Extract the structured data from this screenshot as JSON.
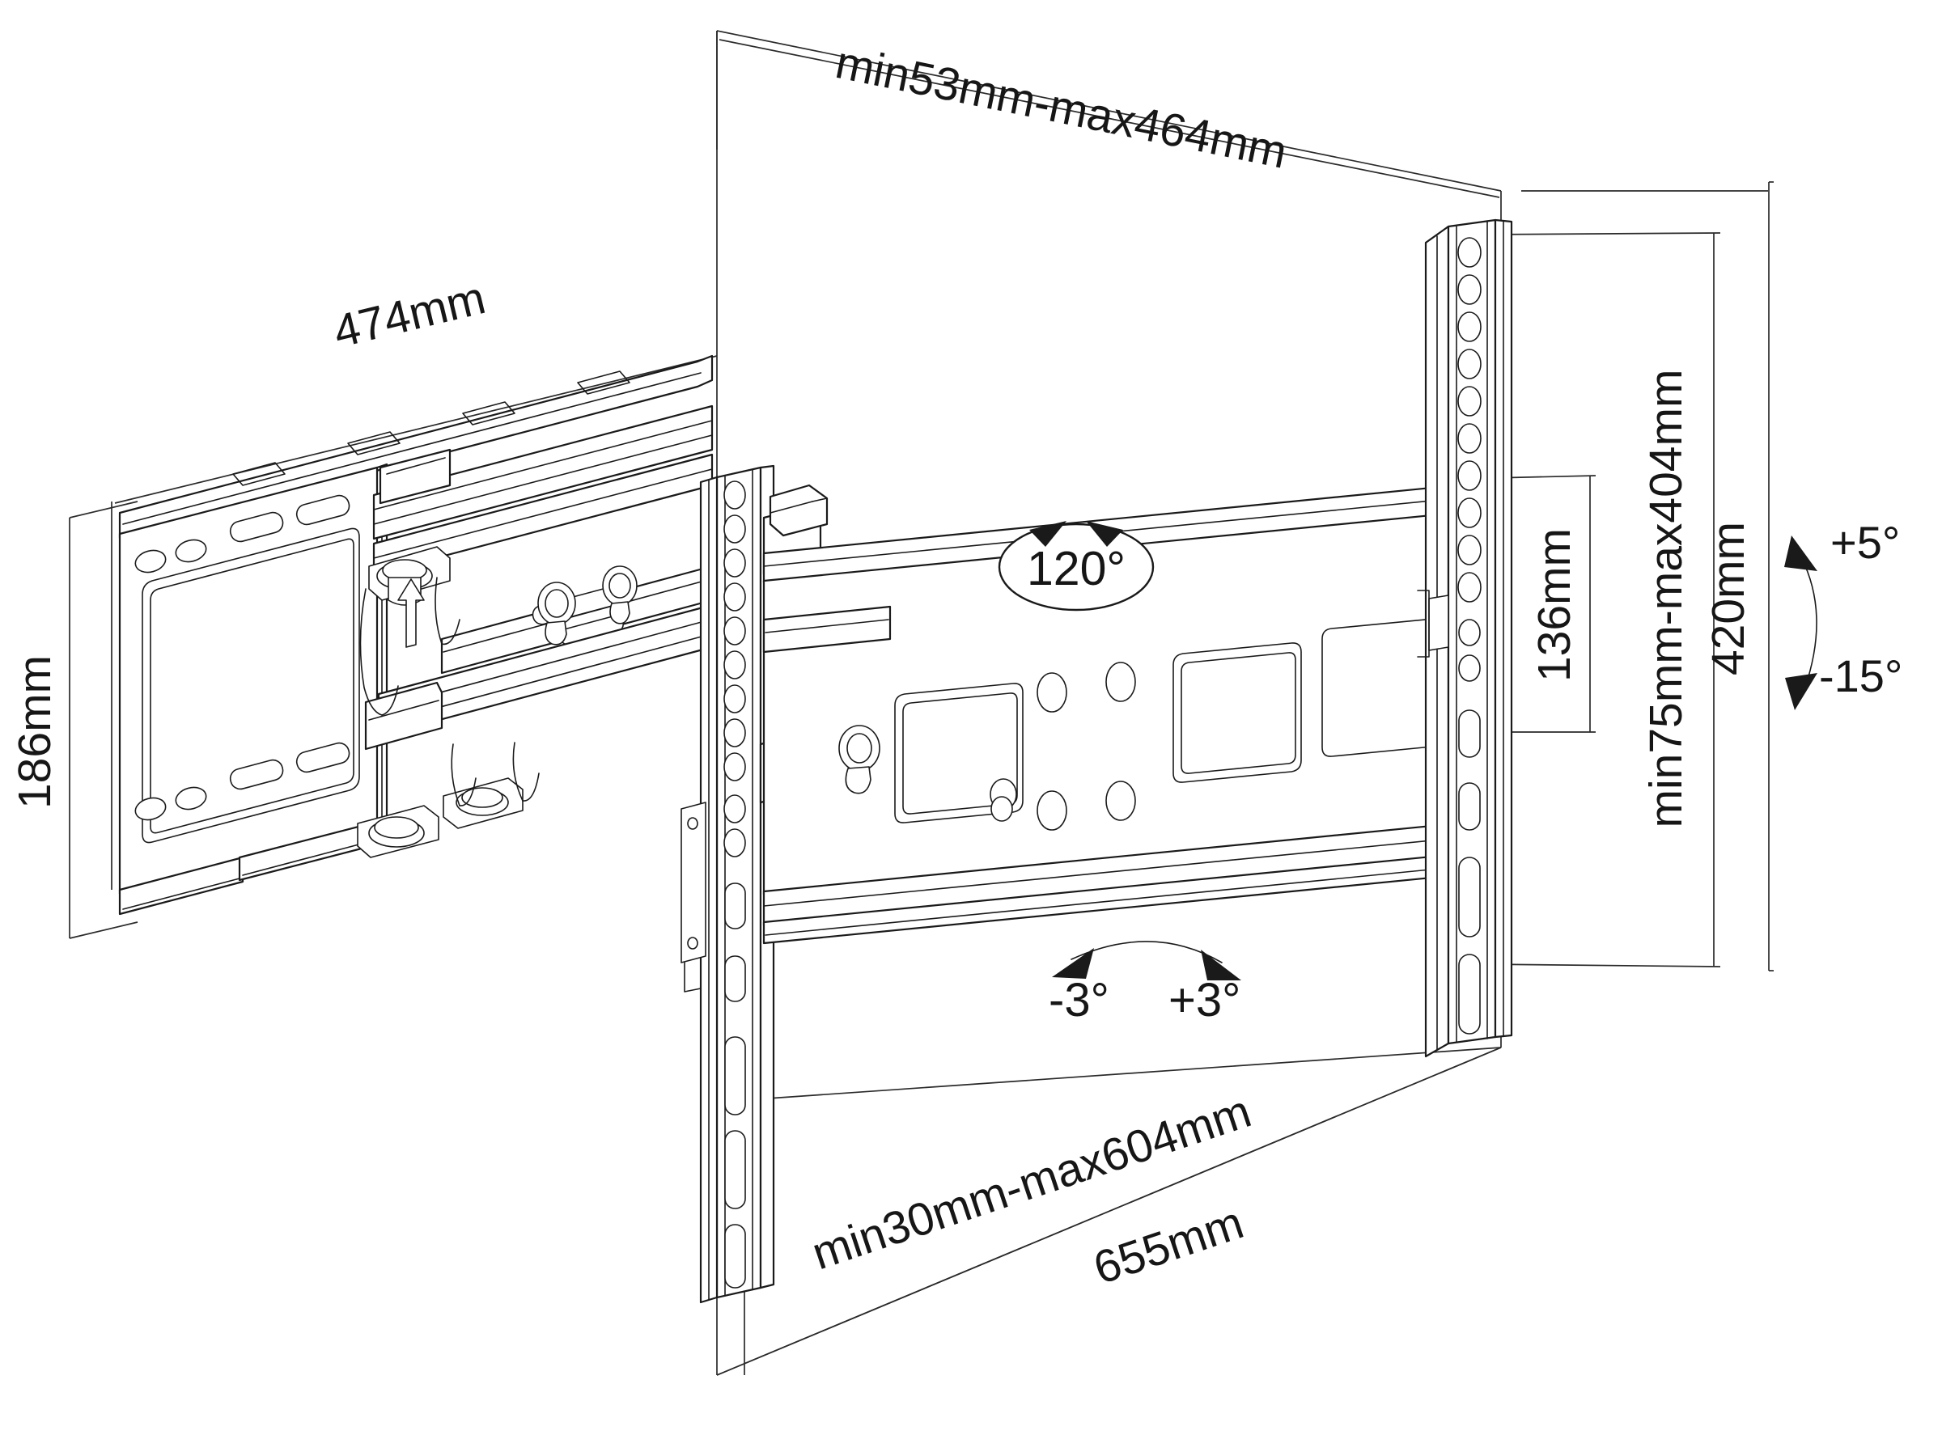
{
  "drawing": {
    "title": "TV wall mount bracket dimensional drawing",
    "type": "technical-line-drawing",
    "line_color": "#1a1a1a",
    "text_color": "#161616",
    "background": "#ffffff"
  },
  "dimensions": {
    "top_depth": "min53mm-max464mm",
    "arm_length": "474mm",
    "plate_height": "186mm",
    "rail_spacing": "136mm",
    "vesa_vertical": "min75mm-max404mm",
    "bracket_height": "420mm",
    "bottom_depth": "min30mm-max604mm",
    "bracket_width": "655mm"
  },
  "angles": {
    "swivel_badge": "120°",
    "tilt_up": "+5°",
    "tilt_down": "-15°",
    "roll_left": "-3°",
    "roll_right": "+3°"
  },
  "icons": {
    "swivel": "swivel-arc-icon",
    "tilt": "tilt-arc-icon",
    "roll": "roll-arc-icon",
    "up_arrow": "up-arrow-icon"
  }
}
